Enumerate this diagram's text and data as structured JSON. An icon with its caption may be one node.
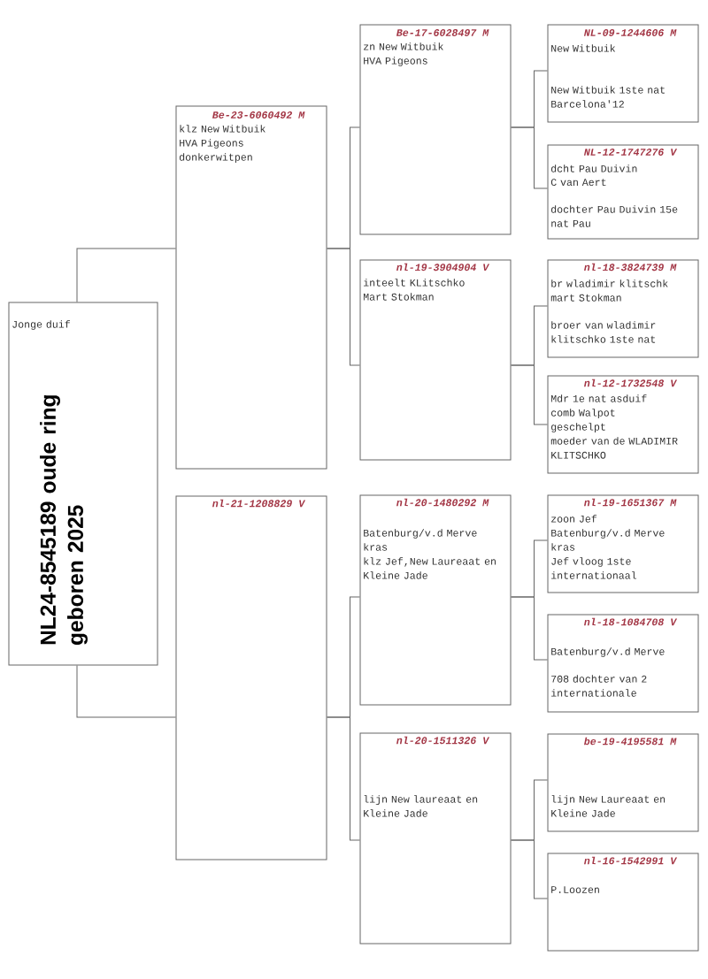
{
  "diagram": {
    "nodes": [
      {
        "text": [
          "Jonge duif",
          "NL24-8545189 oude ring geboren 2025"
        ]
      },
      {
        "text": [
          "Be-23-6060492 M",
          "klz New Witbuik",
          "HVA Pigeons",
          "donkerwitpen"
        ]
      },
      {
        "text": [
          "Be-17-6028497 M",
          "zn New Witbuik",
          "HVA Pigeons"
        ]
      },
      {
        "text": [
          "NL-09-1244606 M",
          "New Witbuik",
          "New Witbuik 1ste nat Barcelona'12"
        ]
      },
      {
        "text": [
          "NL-12-1747276 V",
          "dcht Pau Duivin",
          "C van Aert",
          "dochter Pau Duivin 15e nat Pau"
        ]
      },
      {
        "text": [
          "nl-19-3904904 V",
          "inteelt KLitschko",
          "Mart Stokman"
        ]
      },
      {
        "text": [
          "nl-18-3824739 M",
          "br wladimir klitschk",
          "mart Stokman",
          "broer van wladimir klitschko 1ste nat"
        ]
      },
      {
        "text": [
          "nl-12-1732548 V",
          "Mdr 1e nat asduif",
          "comb Walpot",
          "geschelpt",
          "moeder van de WLADIMIR KLITSCHKO"
        ]
      },
      {
        "text": [
          "nl-21-1208829 V"
        ]
      },
      {
        "text": [
          "nl-20-1480292 M",
          "Batenburg/v.d Merve",
          "kras",
          "klz Jef,New Laureaat en Kleine Jade"
        ]
      },
      {
        "text": [
          "nl-19-1651367 M",
          "zoon Jef",
          "Batenburg/v.d Merve",
          "kras",
          "Jef vloog 1ste internationaal"
        ]
      },
      {
        "text": [
          "nl-18-1084708 V",
          "Batenburg/v.d Merve",
          "708 dochter van 2 internationale"
        ]
      },
      {
        "text": [
          "nl-20-1511326 V",
          "lijn New laureaat en Kleine Jade"
        ]
      },
      {
        "text": [
          "be-19-4195581 M",
          "lijn New Laureaat en Kleine Jade"
        ]
      },
      {
        "text": [
          "nl-16-1542991 V",
          "P.Loozen"
        ]
      }
    ],
    "edges": [
      {
        "from": 0,
        "to": 1,
        "arrow": "none"
      },
      {
        "from": 0,
        "to": 8,
        "arrow": "none"
      },
      {
        "from": 1,
        "to": 2,
        "arrow": "none"
      },
      {
        "from": 1,
        "to": 5,
        "arrow": "none"
      },
      {
        "from": 2,
        "to": 3,
        "arrow": "none"
      },
      {
        "from": 2,
        "to": 4,
        "arrow": "none"
      },
      {
        "from": 5,
        "to": 6,
        "arrow": "none"
      },
      {
        "from": 5,
        "to": 7,
        "arrow": "none"
      },
      {
        "from": 8,
        "to": 9,
        "arrow": "none"
      },
      {
        "from": 8,
        "to": 12,
        "arrow": "none"
      },
      {
        "from": 9,
        "to": 10,
        "arrow": "none"
      },
      {
        "from": 9,
        "to": 11,
        "arrow": "none"
      },
      {
        "from": 12,
        "to": 13,
        "arrow": "none"
      },
      {
        "from": 12,
        "to": 14,
        "arrow": "none"
      }
    ]
  }
}
